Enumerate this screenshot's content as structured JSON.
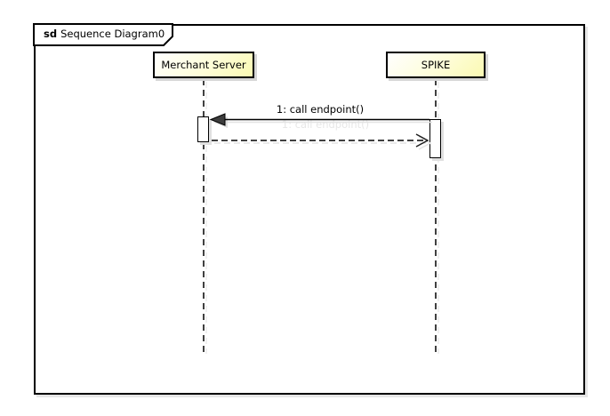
{
  "frame": {
    "keyword": "sd",
    "title": "Sequence Diagram0"
  },
  "lifelines": [
    {
      "name": "Merchant Server"
    },
    {
      "name": "SPIKE"
    }
  ],
  "messages": [
    {
      "label": "1: call endpoint()",
      "kind": "synchronous-call",
      "from": "SPIKE",
      "to": "Merchant Server"
    },
    {
      "label": "",
      "kind": "return",
      "from": "Merchant Server",
      "to": "SPIKE"
    }
  ],
  "colors": {
    "background": "#ffffff",
    "frame_border": "#000000",
    "head_fill_top": "#ffffff",
    "head_fill_bottom": "#faf9b2",
    "shadow": "#dddddd",
    "arrowhead_fill": "#3d3d3d"
  }
}
